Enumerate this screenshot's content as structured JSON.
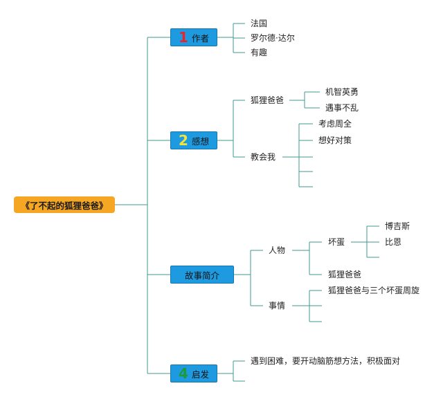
{
  "root": {
    "label": "《了不起的狐狸爸爸》"
  },
  "branches": {
    "author": {
      "number": "1",
      "label": "作者",
      "items": [
        "法国",
        "罗尔德·达尔",
        "有趣"
      ]
    },
    "feelings": {
      "number": "2",
      "label": "感想",
      "fox_dad": {
        "label": "狐狸爸爸",
        "items": [
          "机智英勇",
          "遇事不乱"
        ]
      },
      "taught_me": {
        "label": "教会我",
        "items": [
          "考虑周全",
          "想好对策"
        ]
      }
    },
    "summary": {
      "label": "故事简介",
      "characters": {
        "label": "人物",
        "villains": {
          "label": "坏蛋",
          "items": [
            "博吉斯",
            "比恩"
          ]
        },
        "fox_dad": "狐狸爸爸"
      },
      "events": {
        "label": "事情",
        "items": [
          "狐狸爸爸与三个坏蛋周旋"
        ]
      }
    },
    "inspiration": {
      "number": "4",
      "label": "启发",
      "items": [
        "遇到困难，要开动脑筋想方法，积极面对"
      ]
    }
  },
  "colors": {
    "root_fill": "#f5a623",
    "branch_fill": "#1e9be0",
    "line": "#3f9a8c",
    "number_red": "#e8252b",
    "number_yellow": "#f5e23a",
    "number_green": "#1f9a3a"
  }
}
